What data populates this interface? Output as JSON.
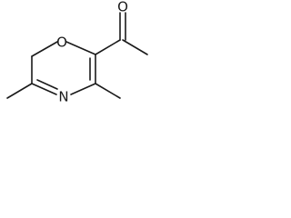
{
  "structure": {
    "atoms": {
      "ring_oxygen": "O",
      "ring_nitrogen": "N",
      "carbonyl_oxygen": "O"
    }
  },
  "colors": {
    "ink": "#1a1a1a",
    "background": "#ffffff"
  }
}
